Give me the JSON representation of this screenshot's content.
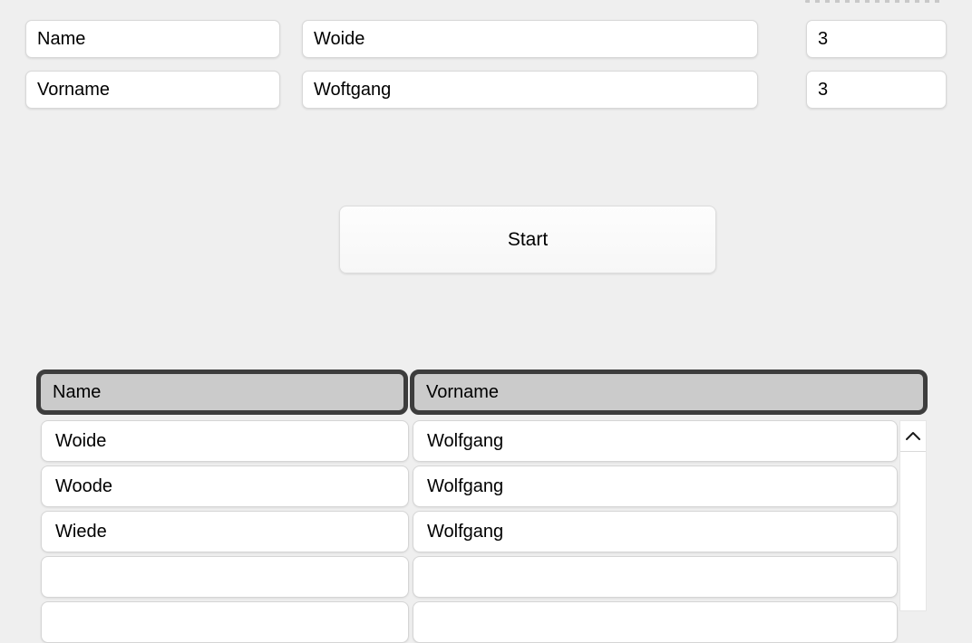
{
  "form": {
    "rows": [
      {
        "label": "Name",
        "value": "Woide",
        "count": "3"
      },
      {
        "label": "Vorname",
        "value": "Woftgang",
        "count": "3"
      }
    ]
  },
  "start_button": {
    "label": "Start"
  },
  "table": {
    "headers": [
      "Name",
      "Vorname"
    ],
    "rows": [
      {
        "name": "Woide",
        "vorname": "Wolfgang"
      },
      {
        "name": "Woode",
        "vorname": "Wolfgang"
      },
      {
        "name": "Wiede",
        "vorname": "Wolfgang"
      },
      {
        "name": "",
        "vorname": ""
      },
      {
        "name": "",
        "vorname": ""
      }
    ],
    "scrollbar": {
      "up_icon": "chevron-up"
    }
  },
  "colors": {
    "page_background": "#efefef",
    "header_fill": "#cbcbcb",
    "header_border": "#3d3d3d",
    "cell_border": "#d5d5d5",
    "text": "#000000"
  }
}
